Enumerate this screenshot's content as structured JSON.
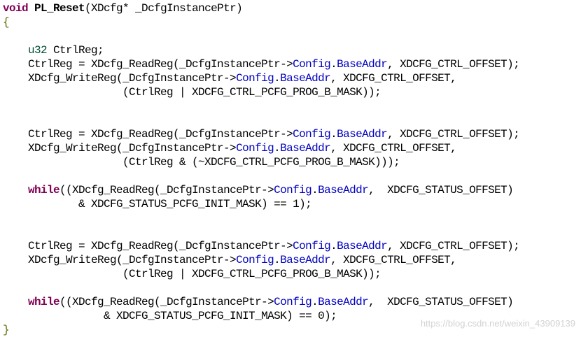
{
  "code_lines": [
    [
      {
        "t": "void",
        "c": "kw"
      },
      {
        "t": " "
      },
      {
        "t": "PL_Reset",
        "c": "fn"
      },
      {
        "t": "(XDcfg* _DcfgInstancePtr)"
      }
    ],
    [
      {
        "t": "{",
        "c": "br"
      }
    ],
    [],
    [
      {
        "t": "    u32",
        "c": "ty"
      },
      {
        "t": " CtrlReg;"
      }
    ],
    [
      {
        "t": "    CtrlReg = XDcfg_ReadReg(_DcfgInstancePtr->"
      },
      {
        "t": "Config",
        "c": "mem"
      },
      {
        "t": "."
      },
      {
        "t": "BaseAddr",
        "c": "mem"
      },
      {
        "t": ", XDCFG_CTRL_OFFSET);"
      }
    ],
    [
      {
        "t": "    XDcfg_WriteReg(_DcfgInstancePtr->"
      },
      {
        "t": "Config",
        "c": "mem"
      },
      {
        "t": "."
      },
      {
        "t": "BaseAddr",
        "c": "mem"
      },
      {
        "t": ", XDCFG_CTRL_OFFSET,"
      }
    ],
    [
      {
        "t": "                   (CtrlReg | XDCFG_CTRL_PCFG_PROG_B_MASK));"
      }
    ],
    [],
    [],
    [
      {
        "t": "    CtrlReg = XDcfg_ReadReg(_DcfgInstancePtr->"
      },
      {
        "t": "Config",
        "c": "mem"
      },
      {
        "t": "."
      },
      {
        "t": "BaseAddr",
        "c": "mem"
      },
      {
        "t": ", XDCFG_CTRL_OFFSET);"
      }
    ],
    [
      {
        "t": "    XDcfg_WriteReg(_DcfgInstancePtr->"
      },
      {
        "t": "Config",
        "c": "mem"
      },
      {
        "t": "."
      },
      {
        "t": "BaseAddr",
        "c": "mem"
      },
      {
        "t": ", XDCFG_CTRL_OFFSET,"
      }
    ],
    [
      {
        "t": "                   (CtrlReg & (~XDCFG_CTRL_PCFG_PROG_B_MASK)));"
      }
    ],
    [],
    [
      {
        "t": "    "
      },
      {
        "t": "while",
        "c": "kw"
      },
      {
        "t": "((XDcfg_ReadReg(_DcfgInstancePtr->"
      },
      {
        "t": "Config",
        "c": "mem"
      },
      {
        "t": "."
      },
      {
        "t": "BaseAddr",
        "c": "mem"
      },
      {
        "t": ",  XDCFG_STATUS_OFFSET)"
      }
    ],
    [
      {
        "t": "            & XDCFG_STATUS_PCFG_INIT_MASK) == 1);"
      }
    ],
    [],
    [],
    [
      {
        "t": "    CtrlReg = XDcfg_ReadReg(_DcfgInstancePtr->"
      },
      {
        "t": "Config",
        "c": "mem"
      },
      {
        "t": "."
      },
      {
        "t": "BaseAddr",
        "c": "mem"
      },
      {
        "t": ", XDCFG_CTRL_OFFSET);"
      }
    ],
    [
      {
        "t": "    XDcfg_WriteReg(_DcfgInstancePtr->"
      },
      {
        "t": "Config",
        "c": "mem"
      },
      {
        "t": "."
      },
      {
        "t": "BaseAddr",
        "c": "mem"
      },
      {
        "t": ", XDCFG_CTRL_OFFSET,"
      }
    ],
    [
      {
        "t": "                   (CtrlReg | XDCFG_CTRL_PCFG_PROG_B_MASK));"
      }
    ],
    [],
    [
      {
        "t": "    "
      },
      {
        "t": "while",
        "c": "kw"
      },
      {
        "t": "((XDcfg_ReadReg(_DcfgInstancePtr->"
      },
      {
        "t": "Config",
        "c": "mem"
      },
      {
        "t": "."
      },
      {
        "t": "BaseAddr",
        "c": "mem"
      },
      {
        "t": ",  XDCFG_STATUS_OFFSET)"
      }
    ],
    [
      {
        "t": "                & XDCFG_STATUS_PCFG_INIT_MASK) == 0);"
      }
    ],
    [
      {
        "t": "}",
        "c": "br"
      }
    ]
  ],
  "watermark": "https://blog.csdn.net/weixin_43909139",
  "colors": {
    "keyword": "#7f0055",
    "member": "#0000c0",
    "type": "#005032",
    "brace": "#5e6d03",
    "text": "#000000",
    "background": "#ffffff",
    "watermark": "#d2d2d2"
  }
}
